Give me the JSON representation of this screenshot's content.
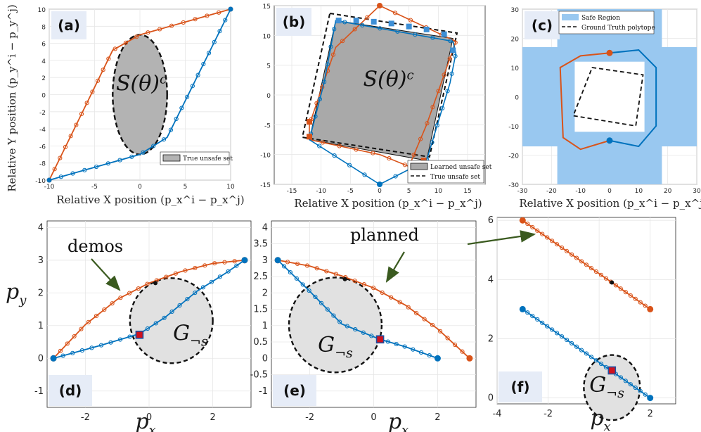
{
  "chart_data": [
    {
      "panel": "(a)",
      "type": "line",
      "xlabel": "Relative X position (p_x^i − p_x^j)",
      "ylabel": "Relative Y position (p_y^i − p_y^j)",
      "xlim": [
        -10,
        10
      ],
      "ylim": [
        -10,
        10
      ],
      "grid": true,
      "xticks": [
        "-10",
        "-5",
        "0",
        "5",
        "10"
      ],
      "yticks": [
        "-10",
        "-8",
        "-6",
        "-4",
        "-2",
        "0",
        "2",
        "4",
        "6",
        "8",
        "10"
      ],
      "region_label": "S(θ)^c",
      "legend": [
        "True unsafe set"
      ],
      "legend_position": "bottom-right",
      "unsafe_set": {
        "shape": "ellipse",
        "center": [
          0,
          0
        ],
        "radii": [
          3,
          7
        ]
      },
      "series": [
        {
          "color": "#d95319",
          "x": [
            -10,
            -3,
            0,
            10
          ],
          "y": [
            -10,
            5.2,
            7,
            10
          ]
        },
        {
          "color": "#0072bd",
          "x": [
            -10,
            0,
            3,
            10
          ],
          "y": [
            -10,
            -7,
            -5,
            10
          ]
        }
      ]
    },
    {
      "panel": "(b)",
      "type": "line",
      "xlabel": "Relative X position (p_x^i − p_x^j)",
      "xlim": [
        -18,
        18
      ],
      "ylim": [
        -15,
        15
      ],
      "grid": true,
      "xticks": [
        "-15",
        "-10",
        "-5",
        "0",
        "5",
        "10",
        "15"
      ],
      "yticks": [
        "-15",
        "-10",
        "-5",
        "0",
        "5",
        "10",
        "15"
      ],
      "region_label": "S(θ)^c",
      "legend": [
        "Learned unsafe set",
        "True unsafe set"
      ],
      "legend_position": "bottom-right",
      "true_unsafe": [
        [
          -8.5,
          13.7
        ],
        [
          13.2,
          10.4
        ],
        [
          8.5,
          -10.4
        ],
        [
          -13.2,
          -7.1
        ]
      ],
      "learned_unsafe": [
        [
          -7.5,
          12.5
        ],
        [
          12.5,
          9.5
        ],
        [
          8,
          -11
        ],
        [
          -12,
          -7.5
        ]
      ],
      "series": [
        {
          "color": "#d95319",
          "x": [
            0,
            13,
            8,
            5,
            0,
            -12,
            -12,
            -7.5,
            0
          ],
          "y": [
            15,
            9,
            -5,
            -12,
            -10,
            -7.5,
            -5,
            8,
            15
          ]
        },
        {
          "color": "#0072bd",
          "x": [
            0,
            -12,
            -9.5,
            -7.5,
            12.5,
            13,
            12,
            8,
            0
          ],
          "y": [
            -15,
            -7.5,
            2,
            12.5,
            9,
            7,
            2,
            -11,
            -15
          ]
        }
      ]
    },
    {
      "panel": "(c)",
      "type": "line",
      "xlabel": "Relative X position (p_x^i − p_x^j)",
      "xlim": [
        -30,
        30
      ],
      "ylim": [
        -30,
        30
      ],
      "grid": true,
      "xticks": [
        "-30",
        "-20",
        "-10",
        "0",
        "10",
        "20",
        "30"
      ],
      "yticks": [
        "-30",
        "-20",
        "-10",
        "0",
        "10",
        "20",
        "30"
      ],
      "legend": [
        "Safe Region",
        "Ground Truth polytope"
      ],
      "legend_position": "top-left",
      "ground_truth_polytope": [
        [
          -6,
          10
        ],
        [
          11.5,
          7.5
        ],
        [
          9,
          -10
        ],
        [
          -12.5,
          -6.5
        ]
      ],
      "series": [
        {
          "color": "#d95319",
          "x": [
            0,
            -10,
            -17,
            -16,
            -10,
            0
          ],
          "y": [
            15,
            14,
            10,
            -14,
            -18,
            -15
          ]
        },
        {
          "color": "#0072bd",
          "x": [
            0,
            10,
            16,
            16,
            10,
            0
          ],
          "y": [
            15,
            16,
            10,
            -10,
            -17,
            -15
          ]
        }
      ]
    },
    {
      "panel": "(d)",
      "type": "line",
      "xlabel": "p_x",
      "ylabel": "p_y",
      "xlim": [
        -3.2,
        3.2
      ],
      "ylim": [
        -1.5,
        4.2
      ],
      "grid": true,
      "xticks": [
        "-2",
        "0",
        "2"
      ],
      "yticks": [
        "-1",
        "0",
        "1",
        "2",
        "3",
        "4"
      ],
      "annotation": "demos",
      "region_label": "G_¬s",
      "series": [
        {
          "color": "#d95319",
          "x": [
            -3,
            -2,
            -1,
            0,
            1,
            2,
            3
          ],
          "y": [
            0,
            1.03,
            1.8,
            2.3,
            2.65,
            2.9,
            3
          ]
        },
        {
          "color": "#0072bd",
          "x": [
            -3,
            -1.5,
            -0.3,
            0.5,
            1.5,
            2.4,
            3
          ],
          "y": [
            0,
            0.4,
            0.75,
            1.25,
            2.05,
            2.6,
            3
          ]
        }
      ]
    },
    {
      "panel": "(e)",
      "type": "line",
      "xlabel": "p_x",
      "xlim": [
        -3.2,
        3.2
      ],
      "ylim": [
        -1.5,
        4.2
      ],
      "grid": true,
      "xticks": [
        "-2",
        "0",
        "2"
      ],
      "yticks": [
        "-1",
        "-0.5",
        "0",
        "0.5",
        "1",
        "1.5",
        "2",
        "2.5",
        "3",
        "3.5",
        "4"
      ],
      "annotation": "planned",
      "region_label": "G_¬s",
      "series": [
        {
          "color": "#d95319",
          "x": [
            -3,
            -2,
            -1,
            0,
            1,
            2,
            3
          ],
          "y": [
            3,
            2.82,
            2.52,
            2.15,
            1.62,
            0.9,
            0
          ]
        },
        {
          "color": "#0072bd",
          "x": [
            -3,
            -2,
            -1,
            0.2,
            1,
            2
          ],
          "y": [
            3,
            2.05,
            1.05,
            0.58,
            0.35,
            0
          ]
        }
      ]
    },
    {
      "panel": "(f)",
      "type": "line",
      "xlabel": "p_x",
      "xlim": [
        -4,
        3
      ],
      "ylim": [
        -0.2,
        6.1
      ],
      "grid": true,
      "xticks": [
        "-4",
        "-2",
        "0",
        "2"
      ],
      "yticks": [
        "0",
        "2",
        "4",
        "6"
      ],
      "region_label": "G_¬s",
      "series": [
        {
          "color": "#d95319",
          "x": [
            -3,
            2
          ],
          "y": [
            6,
            3
          ]
        },
        {
          "color": "#0072bd",
          "x": [
            -3,
            2
          ],
          "y": [
            3,
            0
          ]
        }
      ]
    }
  ]
}
